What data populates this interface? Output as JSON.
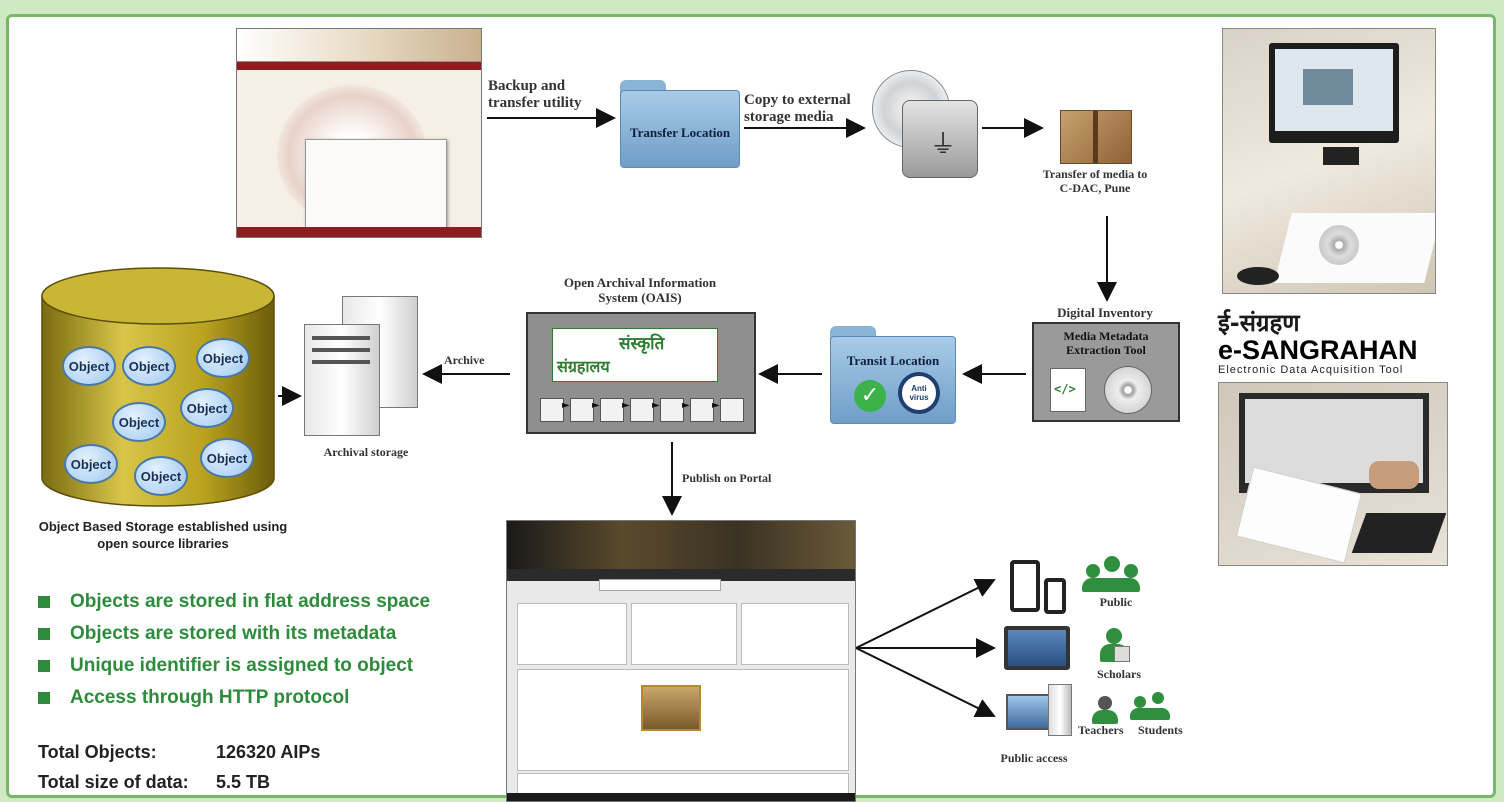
{
  "flow": {
    "backup_label": "Backup and transfer utility",
    "transfer_location": "Transfer Location",
    "copy_label": "Copy to external storage media",
    "transfer_media": "Transfer of media to C-DAC, Pune",
    "digital_inventory": "Digital Inventory",
    "metadata_tool": "Media Metadata Extraction Tool",
    "transit_location": "Transit Location",
    "antivirus": "Anti virus",
    "oais_title": "Open Archival Information System (OAIS)",
    "archive_label": "Archive",
    "archival_storage": "Archival storage",
    "publish_label": "Publish on Portal",
    "public_access": "Public access"
  },
  "storage": {
    "object_label": "Object",
    "caption": "Object Based Storage established using open source libraries"
  },
  "audience": {
    "public": "Public",
    "scholars": "Scholars",
    "teachers": "Teachers",
    "students": "Students"
  },
  "esangrahan": {
    "hindi": "ई-संग्रहण",
    "name": "e-SANGRAHAN",
    "subtitle": "Electronic Data Acquisition Tool"
  },
  "oais_logo": {
    "line1": "संस्कृति",
    "line2": "संग्रहालय"
  },
  "bullets": [
    "Objects are stored in flat address space",
    "Objects are stored with its metadata",
    "Unique identifier is assigned to object",
    "Access through HTTP protocol"
  ],
  "totals": {
    "objects_label": "Total Objects:",
    "objects_value": "126320 AIPs",
    "size_label": "Total size of data:",
    "size_value": "5.5 TB"
  },
  "colors": {
    "bullet_green": "#2e8b3c",
    "frame_green": "#79b86a",
    "object_blue": "#9cc6ee",
    "cylinder_gold": "#b9a21e"
  }
}
